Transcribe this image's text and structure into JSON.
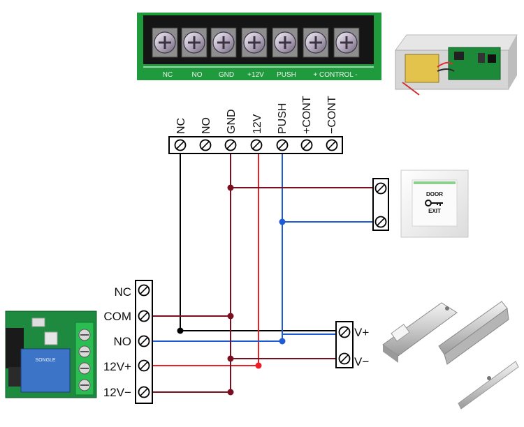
{
  "colors": {
    "black": "#000000",
    "maroon": "#7a0f22",
    "red": "#ee1c24",
    "blue": "#1e5bd6",
    "pcb_green": "#1f9a3c",
    "terminal_body": "#111111"
  },
  "top_terminal_block": {
    "printed_labels": [
      "NC",
      "NO",
      "GND",
      "+12V",
      "PUSH",
      "+ CONTROL -"
    ]
  },
  "power_supply": {
    "terminals": [
      "NC",
      "NO",
      "GND",
      "12V",
      "PUSH",
      "+CONT",
      "−CONT"
    ]
  },
  "exit_button": {
    "line1": "DOOR",
    "line2": "EXIT",
    "icon": "key-icon"
  },
  "relay_module": {
    "terminals": [
      "NC",
      "COM",
      "NO",
      "12V+",
      "12V−"
    ],
    "relay_text": "SONGLE"
  },
  "lock": {
    "terminals": [
      "V+",
      "V−"
    ]
  }
}
